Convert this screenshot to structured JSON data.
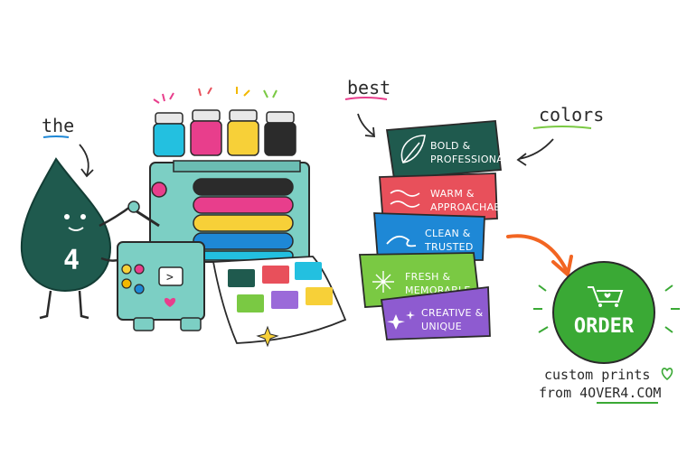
{
  "words": {
    "the": "the",
    "best": "best",
    "colors": "colors"
  },
  "ink_drop": {
    "number": "4"
  },
  "printer": {
    "screen_symbol": ">"
  },
  "cards": [
    {
      "line1": "BOLD &",
      "line2": "PROFESSIONAL",
      "color": "#1f5a4e",
      "icon": "leaf-icon"
    },
    {
      "line1": "WARM &",
      "line2": "APPROACHABLE",
      "color": "#e8505b",
      "icon": "waves-icon"
    },
    {
      "line1": "CLEAN &",
      "line2": "TRUSTED",
      "color": "#1e88d6",
      "icon": "wave-icon"
    },
    {
      "line1": "FRESH &",
      "line2": "MEMORABLE",
      "color": "#7ac943",
      "icon": "sparkle-icon"
    },
    {
      "line1": "CREATIVE &",
      "line2": "UNIQUE",
      "color": "#8e5bd0",
      "icon": "stars-icon"
    }
  ],
  "order": {
    "label": "ORDER",
    "caption_line1": "custom prints",
    "caption_line2": "from 4OVER4.COM",
    "color": "#3aa935"
  },
  "ink_colors": {
    "cyan": "#23c0e0",
    "magenta": "#e83e8c",
    "yellow": "#f7d038",
    "black": "#2b2b2b"
  }
}
